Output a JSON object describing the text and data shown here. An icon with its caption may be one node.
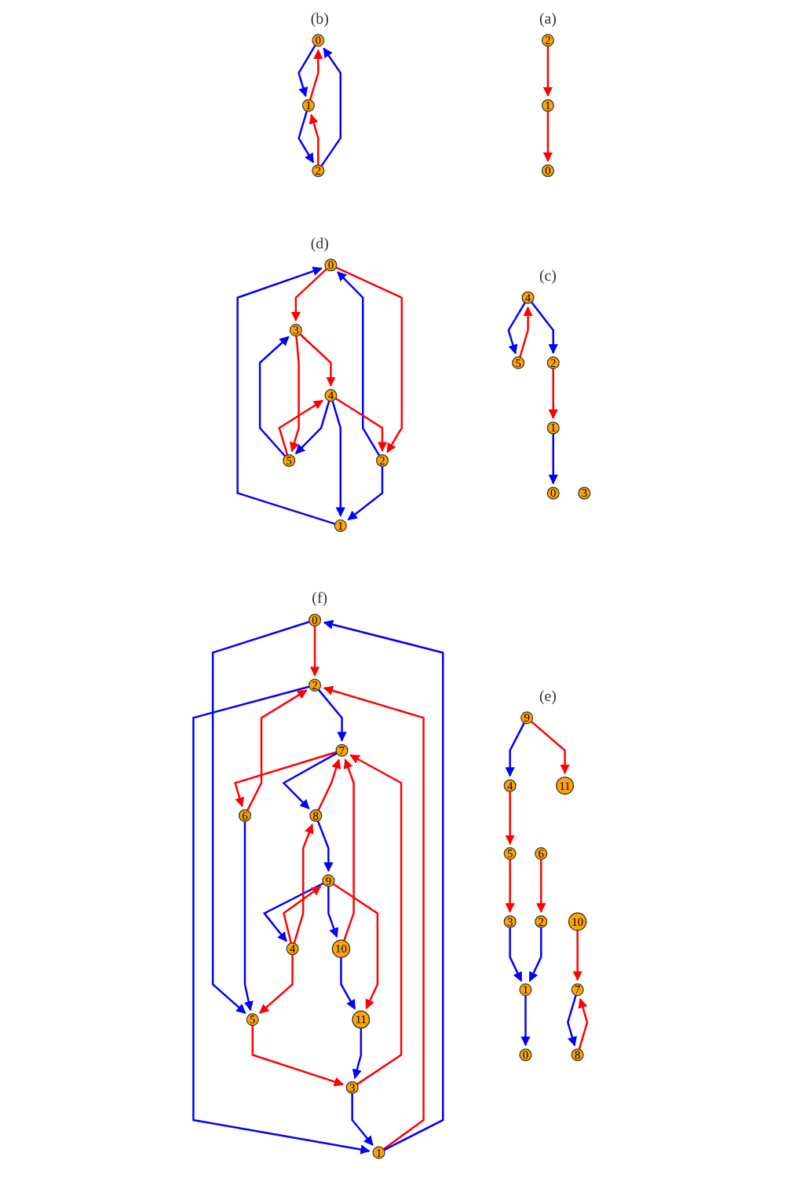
{
  "diagram": {
    "nodes": [
      {
        "text": [
          "0"
        ]
      },
      {
        "text": [
          "1"
        ]
      },
      {
        "text": [
          "2"
        ]
      },
      {
        "text": [
          "0"
        ]
      },
      {
        "text": [
          "1"
        ]
      },
      {
        "text": [
          "2"
        ]
      },
      {
        "text": [
          "0"
        ]
      },
      {
        "text": [
          "1"
        ]
      },
      {
        "text": [
          "2"
        ]
      },
      {
        "text": [
          "3"
        ]
      },
      {
        "text": [
          "4"
        ]
      },
      {
        "text": [
          "5"
        ]
      },
      {
        "text": [
          "0"
        ]
      },
      {
        "text": [
          "1"
        ]
      },
      {
        "text": [
          "2"
        ]
      },
      {
        "text": [
          "3"
        ]
      },
      {
        "text": [
          "4"
        ]
      },
      {
        "text": [
          "5"
        ]
      },
      {
        "text": [
          "0"
        ]
      },
      {
        "text": [
          "1"
        ]
      },
      {
        "text": [
          "2"
        ]
      },
      {
        "text": [
          "3"
        ]
      },
      {
        "text": [
          "4"
        ]
      },
      {
        "text": [
          "5"
        ]
      },
      {
        "text": [
          "6"
        ]
      },
      {
        "text": [
          "7"
        ]
      },
      {
        "text": [
          "8"
        ]
      },
      {
        "text": [
          "9"
        ]
      },
      {
        "text": [
          "10"
        ]
      },
      {
        "text": [
          "11"
        ]
      },
      {
        "text": [
          "0"
        ]
      },
      {
        "text": [
          "1"
        ]
      },
      {
        "text": [
          "2"
        ]
      },
      {
        "text": [
          "3"
        ]
      },
      {
        "text": [
          "4"
        ]
      },
      {
        "text": [
          "5"
        ]
      },
      {
        "text": [
          "6"
        ]
      },
      {
        "text": [
          "7"
        ]
      },
      {
        "text": [
          "8"
        ]
      },
      {
        "text": [
          "9"
        ]
      },
      {
        "text": [
          "10"
        ]
      },
      {
        "text": [
          "11"
        ]
      }
    ],
    "edges": [
      {
        "from": 1,
        "to": 0,
        "arrow": "to",
        "color": "#ff0000"
      },
      {
        "from": 2,
        "to": 1,
        "arrow": "to",
        "color": "#ff0000"
      },
      {
        "from": 3,
        "to": 4,
        "arrow": "to",
        "color": "#0000ff"
      },
      {
        "from": 4,
        "to": 3,
        "arrow": "to",
        "color": "#ff0000"
      },
      {
        "from": 5,
        "to": 4,
        "arrow": "to",
        "color": "#ff0000"
      },
      {
        "from": 4,
        "to": 5,
        "arrow": "to",
        "color": "#0000ff"
      },
      {
        "from": 5,
        "to": 3,
        "arrow": "to",
        "color": "#0000ff"
      },
      {
        "from": 10,
        "to": 11,
        "arrow": "to",
        "color": "#0000ff"
      },
      {
        "from": 11,
        "to": 10,
        "arrow": "to",
        "color": "#ff0000"
      },
      {
        "from": 10,
        "to": 8,
        "arrow": "to",
        "color": "#0000ff"
      },
      {
        "from": 8,
        "to": 7,
        "arrow": "to",
        "color": "#ff0000"
      },
      {
        "from": 7,
        "to": 6,
        "arrow": "to",
        "color": "#0000ff"
      },
      {
        "from": 13,
        "to": 12,
        "arrow": "to",
        "color": "#0000ff"
      },
      {
        "from": 14,
        "to": 13,
        "arrow": "to",
        "color": "#0000ff"
      },
      {
        "from": 12,
        "to": 14,
        "arrow": "to",
        "color": "#ff0000"
      },
      {
        "from": 14,
        "to": 12,
        "arrow": "to",
        "color": "#0000ff"
      },
      {
        "from": 16,
        "to": 13,
        "arrow": "to",
        "color": "#0000ff"
      },
      {
        "from": 16,
        "to": 14,
        "arrow": "to",
        "color": "#ff0000"
      },
      {
        "from": 12,
        "to": 15,
        "arrow": "to",
        "color": "#ff0000"
      },
      {
        "from": 15,
        "to": 16,
        "arrow": "to",
        "color": "#ff0000"
      },
      {
        "from": 17,
        "to": 16,
        "arrow": "to",
        "color": "#ff0000"
      },
      {
        "from": 16,
        "to": 17,
        "arrow": "to",
        "color": "#0000ff"
      },
      {
        "from": 17,
        "to": 15,
        "arrow": "to",
        "color": "#0000ff"
      },
      {
        "from": 15,
        "to": 17,
        "arrow": "to",
        "color": "#ff0000"
      },
      {
        "from": 23,
        "to": 21,
        "arrow": "to",
        "color": "#ff0000"
      },
      {
        "from": 21,
        "to": 19,
        "arrow": "to",
        "color": "#0000ff"
      },
      {
        "from": 19,
        "to": 18,
        "arrow": "to",
        "color": "#0000ff"
      },
      {
        "from": 20,
        "to": 19,
        "arrow": "to",
        "color": "#0000ff"
      },
      {
        "from": 24,
        "to": 20,
        "arrow": "to",
        "color": "#ff0000"
      },
      {
        "from": 22,
        "to": 23,
        "arrow": "to",
        "color": "#ff0000"
      },
      {
        "from": 27,
        "to": 22,
        "arrow": "to",
        "color": "#0000ff"
      },
      {
        "from": 27,
        "to": 29,
        "arrow": "to",
        "color": "#ff0000"
      },
      {
        "from": 25,
        "to": 26,
        "arrow": "to",
        "color": "#0000ff"
      },
      {
        "from": 26,
        "to": 25,
        "arrow": "to",
        "color": "#ff0000"
      },
      {
        "from": 28,
        "to": 25,
        "arrow": "to",
        "color": "#ff0000"
      },
      {
        "from": 31,
        "to": 32,
        "arrow": "to",
        "color": "#ff0000"
      },
      {
        "from": 32,
        "to": 31,
        "arrow": "to",
        "color": "#0000ff"
      },
      {
        "from": 31,
        "to": 30,
        "arrow": "to",
        "color": "#0000ff"
      },
      {
        "from": 30,
        "to": 32,
        "arrow": "to",
        "color": "#ff0000"
      },
      {
        "from": 32,
        "to": 37,
        "arrow": "to",
        "color": "#0000ff"
      },
      {
        "from": 30,
        "to": 35,
        "arrow": "to",
        "color": "#0000ff"
      },
      {
        "from": 36,
        "to": 32,
        "arrow": "to",
        "color": "#ff0000"
      },
      {
        "from": 37,
        "to": 36,
        "arrow": "to",
        "color": "#ff0000"
      },
      {
        "from": 36,
        "to": 35,
        "arrow": "to",
        "color": "#0000ff"
      },
      {
        "from": 33,
        "to": 31,
        "arrow": "to",
        "color": "#0000ff"
      },
      {
        "from": 33,
        "to": 37,
        "arrow": "to",
        "color": "#ff0000"
      },
      {
        "from": 35,
        "to": 33,
        "arrow": "to",
        "color": "#ff0000"
      },
      {
        "from": 40,
        "to": 37,
        "arrow": "to",
        "color": "#ff0000"
      },
      {
        "from": 38,
        "to": 37,
        "arrow": "to",
        "color": "#ff0000"
      },
      {
        "from": 37,
        "to": 38,
        "arrow": "to",
        "color": "#0000ff"
      },
      {
        "from": 41,
        "to": 33,
        "arrow": "to",
        "color": "#0000ff"
      },
      {
        "from": 40,
        "to": 41,
        "arrow": "to",
        "color": "#0000ff"
      },
      {
        "from": 39,
        "to": 41,
        "arrow": "to",
        "color": "#ff0000"
      },
      {
        "from": 39,
        "to": 40,
        "arrow": "to",
        "color": "#0000ff"
      },
      {
        "from": 38,
        "to": 39,
        "arrow": "to",
        "color": "#0000ff"
      },
      {
        "from": 39,
        "to": 34,
        "arrow": "to",
        "color": "#0000ff"
      },
      {
        "from": 34,
        "to": 39,
        "arrow": "to",
        "color": "#ff0000"
      },
      {
        "from": 34,
        "to": 38,
        "arrow": "to",
        "color": "#ff0000"
      },
      {
        "from": 34,
        "to": 35,
        "arrow": "to",
        "color": "#ff0000"
      }
    ],
    "labels": [
      "(a)",
      "(b)",
      "(c)",
      "(d)",
      "(e)",
      "(f)"
    ]
  }
}
